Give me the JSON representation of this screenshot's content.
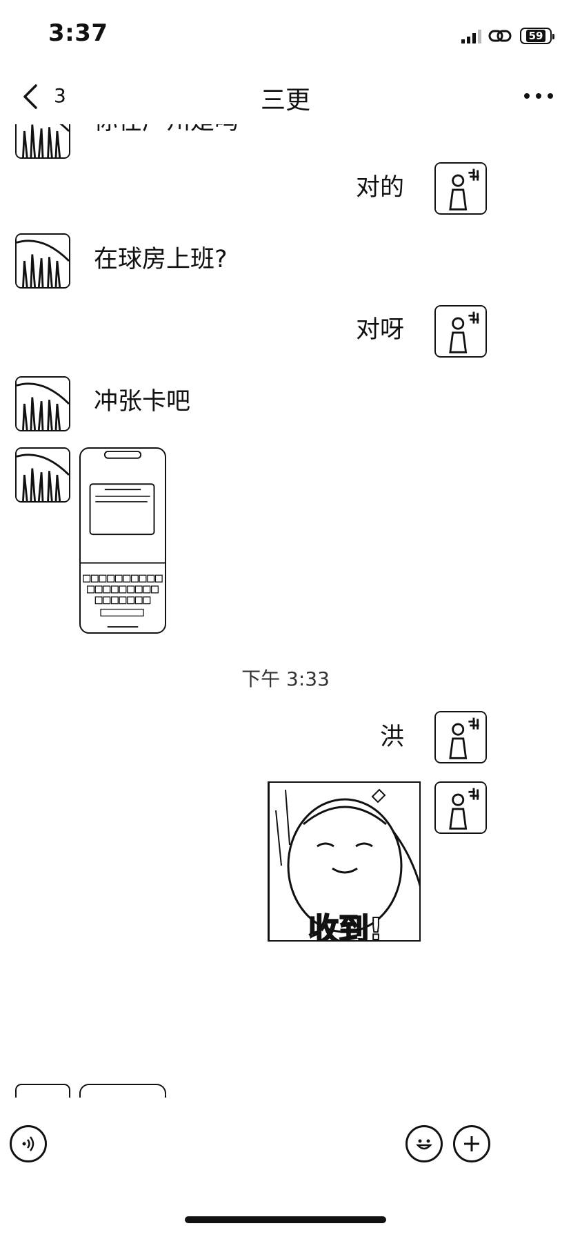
{
  "status_bar": {
    "time": "3:37",
    "battery": "59",
    "icons": [
      "signal-icon",
      "link-icon",
      "battery-icon"
    ]
  },
  "nav": {
    "back_count": "3",
    "title": "三更",
    "icons": [
      "back-chevron-icon",
      "more-dots-icon"
    ]
  },
  "messages": [
    {
      "side": "left",
      "type": "text",
      "text": "你在广州是吗"
    },
    {
      "side": "right",
      "type": "text",
      "text": "对的"
    },
    {
      "side": "left",
      "type": "text",
      "text": "在球房上班?"
    },
    {
      "side": "right",
      "type": "text",
      "text": "对呀"
    },
    {
      "side": "left",
      "type": "text",
      "text": "冲张卡吧"
    },
    {
      "side": "left",
      "type": "image",
      "text": "screenshot-thumbnail"
    },
    {
      "side": "center",
      "type": "timestamp",
      "text": "下午 3:33"
    },
    {
      "side": "right",
      "type": "text",
      "text": "洪"
    },
    {
      "side": "right",
      "type": "sticker",
      "text": "收到!"
    }
  ],
  "input_bar": {
    "icons": [
      "voice-icon",
      "emoji-icon",
      "plus-icon"
    ]
  }
}
